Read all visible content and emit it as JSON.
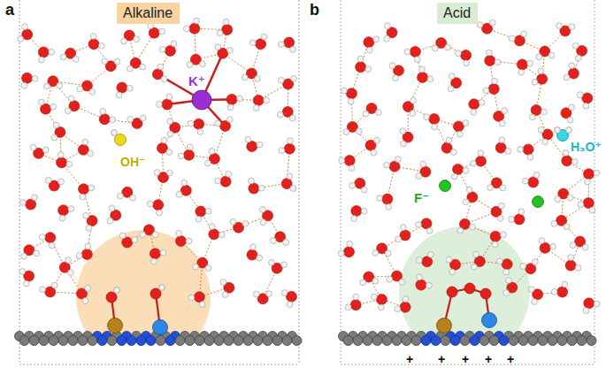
{
  "diagram": {
    "nodes": [
      {
        "text": [
          "Alkaline"
        ]
      },
      {
        "text": [
          "Acid"
        ]
      }
    ],
    "labels": [
      "a",
      "b",
      "K⁺",
      "OH⁻",
      "F⁻",
      "H₃O⁺",
      "+",
      "+",
      "+",
      "+",
      "+"
    ]
  }
}
